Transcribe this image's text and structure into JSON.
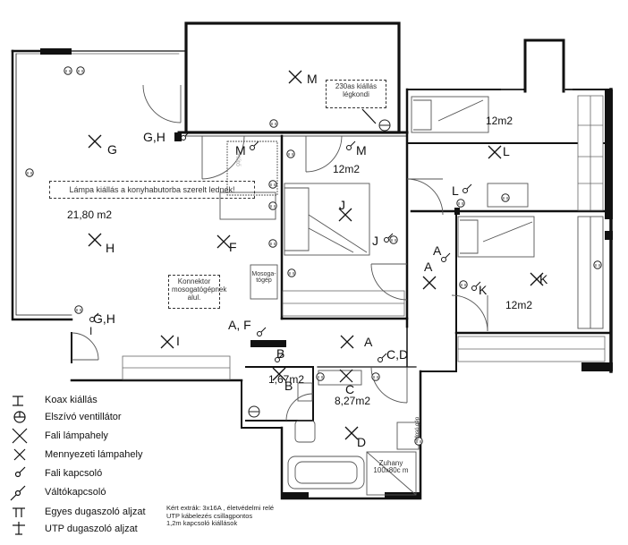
{
  "rooms": [
    {
      "id": "G_main",
      "label": "G"
    },
    {
      "id": "H_main",
      "label": "H"
    },
    {
      "id": "F_main",
      "label": "F"
    },
    {
      "id": "M_top",
      "label": "M"
    },
    {
      "id": "M_hall",
      "label": "M"
    },
    {
      "id": "J",
      "label": "J"
    },
    {
      "id": "L",
      "label": "L"
    },
    {
      "id": "K",
      "label": "K"
    },
    {
      "id": "A_hall",
      "label": "A"
    },
    {
      "id": "A_mid",
      "label": "A"
    },
    {
      "id": "I",
      "label": "I"
    },
    {
      "id": "B",
      "label": "B"
    },
    {
      "id": "C",
      "label": "C"
    },
    {
      "id": "D",
      "label": "D"
    }
  ],
  "switch_labels": {
    "gh_top": "G,H",
    "gh_bottom": "G,H",
    "i_bottom": "I",
    "af": "A, F",
    "b": "B",
    "cd": "C,D",
    "m": "M",
    "j": "J",
    "l": "L",
    "a": "A",
    "k": "K"
  },
  "areas": {
    "living": "21,80 m2",
    "bed_mid": "12m2",
    "bed_top_right": "12m2",
    "bed_right": "12m2",
    "wc": "1,67m2",
    "bath": "8,27m2"
  },
  "notes": {
    "ac": "230as kiállás légkondi",
    "lamp": "Lámpa kiállás a konyhabutorba szerelt lednek!",
    "connector": "Konnektor mosogatógépnek alul.",
    "dishwasher": "Mosoga-tógép",
    "hood": "Hűtő",
    "shower": "Zuhany 100x80c m",
    "machine": "Mosó gép"
  },
  "legend": [
    {
      "icon": "coax-outlet-icon",
      "label": "Koax kiállás"
    },
    {
      "icon": "extractor-fan-icon",
      "label": "Elszívó ventillátor"
    },
    {
      "icon": "wall-lamp-icon",
      "label": "Fali lámpahely"
    },
    {
      "icon": "ceiling-lamp-icon",
      "label": "Mennyezeti lámpahely"
    },
    {
      "icon": "wall-switch-icon",
      "label": "Fali kapcsoló"
    },
    {
      "icon": "two-way-switch-icon",
      "label": "Váltókapcsoló"
    },
    {
      "icon": "single-socket-icon",
      "label": "Egyes dugaszoló aljzat"
    },
    {
      "icon": "utp-socket-icon",
      "label": "UTP dugaszoló aljzat"
    }
  ],
  "footnote": {
    "line1": "Kért extrák: 3x16A , életvédelmi relé",
    "line2": "UTP kábelezés csillagpontos",
    "line3": "1,2m kapcsoló kiállások"
  },
  "colors": {
    "wall": "#111111",
    "thin": "#444444",
    "furniture": "#555555",
    "window_fill": "#ffffff"
  }
}
